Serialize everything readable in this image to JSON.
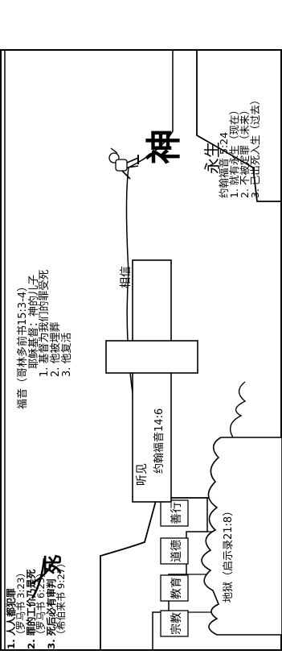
{
  "colors": {
    "ink": "#000000",
    "paper": "#ffffff"
  },
  "left_side": {
    "symbol": "人",
    "title": "死",
    "points": [
      "1. 人人都犯罪",
      "（罗马书 3:23）",
      "2. 罪的工价乃是死",
      "（罗马书 6:23）",
      "3. 死后必有审判",
      "（希伯来书 9:27）"
    ]
  },
  "gospel": {
    "title": "福音（哥林多前书15:3-4）",
    "lines": [
      "耶稣基督：神的儿子",
      "1. 基督为我们的罪受死",
      "2. 他被埋葬",
      "3. 他复活"
    ]
  },
  "bridge": {
    "left_label": "听见",
    "right_label": "相信",
    "cross_verse": "约翰福音14:6"
  },
  "efforts": [
    "善行",
    "道德",
    "教育",
    "宗教"
  ],
  "hell": "地狱（启示录21:8）",
  "right_side": {
    "symbol": "神",
    "title": "永生",
    "verse": "约翰福音 5:24",
    "points": [
      "1. 就有永生（现在）",
      "2. 不被定罪（未来）",
      "3. 已出死入生（过去）"
    ]
  },
  "icons": [
    "person-on-cliff-icon"
  ]
}
